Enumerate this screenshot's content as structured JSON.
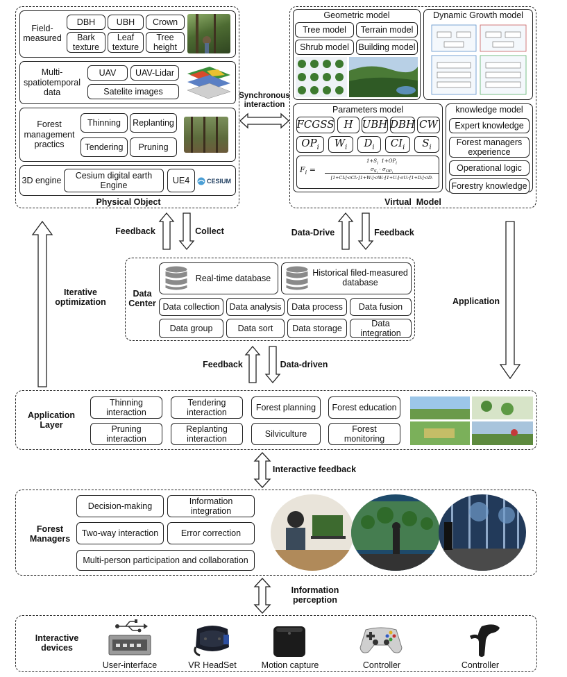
{
  "physical": {
    "title": "Physical Object",
    "field_measured": {
      "label": "Field-\nmeasured",
      "items": [
        "DBH",
        "UBH",
        "Crown",
        "Bark\ntexture",
        "Leaf\ntexture",
        "Tree\nheight"
      ]
    },
    "multi": {
      "label": "Multi-\nspatiotemporal\ndata",
      "items": [
        "UAV",
        "UAV-Lidar",
        "Satelite images"
      ]
    },
    "forest_mgmt": {
      "label": "Forest\nmanagement\npractics",
      "items": [
        "Thinning",
        "Replanting",
        "Tendering",
        "Pruning"
      ]
    },
    "engine": {
      "label": "3D engine",
      "items": [
        "Cesium digital earth\nEngine",
        "UE4"
      ],
      "logo": "CESIUM"
    }
  },
  "virtual": {
    "title": "Virtual  Model",
    "geometric": {
      "title": "Geometric model",
      "items": [
        "Tree model",
        "Terrain model",
        "Shrub model",
        "Building model"
      ]
    },
    "dynamic": {
      "title": "Dynamic Growth model"
    },
    "parameters": {
      "title": "Parameters model",
      "row1": [
        "FCGSS",
        "H",
        "UBH",
        "DBH",
        "CW"
      ],
      "row2": [
        "OP_i",
        "W_i",
        "D_i",
        "CI_i",
        "S_i"
      ],
      "formula": "F_i = ..."
    },
    "knowledge": {
      "title": "knowledge model",
      "items": [
        "Expert knowledge",
        "Forest managers\nexperience",
        "Operational logic",
        "Forestry knowledge"
      ]
    }
  },
  "arrows": {
    "sync": "Synchronous\ninteraction",
    "feedback1": "Feedback",
    "collect": "Collect",
    "data_drive": "Data-Drive",
    "feedback2": "Feedback",
    "iterative": "Iterative\noptimization",
    "application": "Application",
    "feedback3": "Feedback",
    "data_driven": "Data-driven",
    "interactive_feedback": "Interactive feedback",
    "info_perception": "Information perception"
  },
  "data_center": {
    "label": "Data\nCenter",
    "realtime": "Real-time database",
    "historical": "Historical filed-measured\ndatabase",
    "ops": [
      "Data collection",
      "Data analysis",
      "Data process",
      "Data fusion",
      "Data group",
      "Data sort",
      "Data storage",
      "Data\nintegration"
    ]
  },
  "application_layer": {
    "label": "Application\nLayer",
    "items": [
      "Thinning\ninteraction",
      "Tendering\ninteraction",
      "Forest planning",
      "Forest education",
      "Pruning\ninteraction",
      "Replanting\ninteraction",
      "Silviculture",
      "Forest\nmonitoring"
    ]
  },
  "managers": {
    "label": "Forest\nManagers",
    "items": [
      "Decision-making",
      "Information\nintegration",
      "Two-way interaction",
      "Error correction",
      "Multi-person participation and collaboration"
    ]
  },
  "devices": {
    "label": "Interactive\ndevices",
    "items": [
      "User-interface",
      "VR HeadSet",
      "Motion capture",
      "Controller",
      "Controller"
    ]
  },
  "formula_parts": {
    "lhs": "F",
    "lhs_sub": "i",
    "num_top": "1+S",
    "num_top2": "1+OP",
    "num_bottom": "σ",
    "den": "[1+CI",
    "den_full": "[1+CIᵢ]·σCIᵢ·[1+Wᵢ]·σWᵢ·[1+Uᵢ]·σUᵢ·[1+Dᵢ]·σDᵢ"
  }
}
